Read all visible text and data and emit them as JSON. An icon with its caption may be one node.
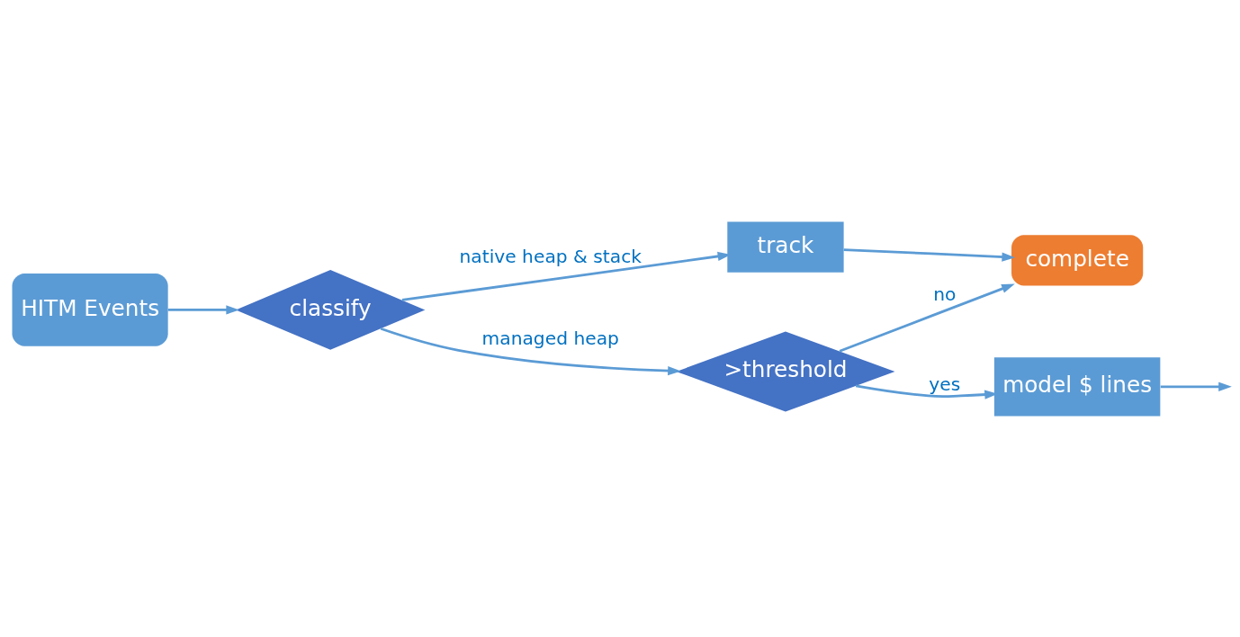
{
  "diagram": {
    "nodes": [
      {
        "text": [
          "HITM Events"
        ]
      },
      {
        "text": [
          "classify"
        ]
      },
      {
        "text": [
          "track"
        ]
      },
      {
        "text": [
          "complete"
        ]
      },
      {
        "text": [
          ">threshold"
        ]
      },
      {
        "text": [
          "model $ lines"
        ]
      }
    ],
    "edges": [
      {
        "from": 0,
        "to": 1,
        "arrow": "to"
      },
      {
        "from": 1,
        "to": 2,
        "arrow": "to",
        "label": "native heap & stack"
      },
      {
        "from": 1,
        "to": 4,
        "arrow": "to",
        "label": "managed heap"
      },
      {
        "from": 2,
        "to": 3,
        "arrow": "to"
      },
      {
        "from": 4,
        "to": 3,
        "arrow": "to",
        "label": "no"
      },
      {
        "from": 4,
        "to": 5,
        "arrow": "to",
        "label": "yes"
      },
      {
        "from": 5,
        "to": null,
        "arrow": "to"
      }
    ]
  }
}
